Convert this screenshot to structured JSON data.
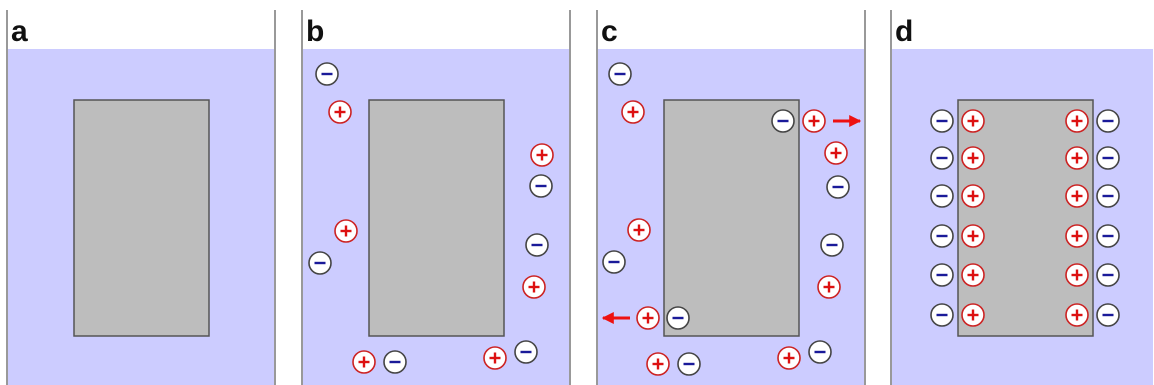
{
  "colors": {
    "electrolyte": "#ccccff",
    "electrode": "#bdbdbd",
    "electrode_border": "#555555",
    "wall": "#999999",
    "cation_ring": "#cc2222",
    "cation_sign": "#dd1111",
    "anion_ring": "#444444",
    "anion_sign": "#1a1a99",
    "arrow": "#ee1111"
  },
  "panels": [
    {
      "label": "a"
    },
    {
      "label": "b"
    },
    {
      "label": "c"
    },
    {
      "label": "d"
    }
  ],
  "icons": {
    "cation": "plus-circle-icon",
    "anion": "minus-circle-icon",
    "arrow": "arrow-icon"
  }
}
